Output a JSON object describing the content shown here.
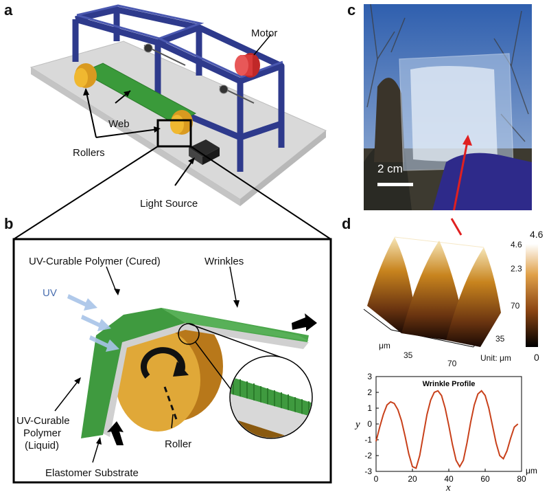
{
  "panels": {
    "a": "a",
    "b": "b",
    "c": "c",
    "d": "d"
  },
  "panel_a": {
    "motor": "Motor",
    "web": "Web",
    "rollers": "Rollers",
    "light_source": "Light Source"
  },
  "panel_b": {
    "cured_polymer": "UV-Curable Polymer  (Cured)",
    "wrinkles": "Wrinkles",
    "uv": "UV",
    "liquid_polymer_line1": "UV-Curable",
    "liquid_polymer_line2": "Polymer",
    "liquid_polymer_line3": "(Liquid)",
    "roller": "Roller",
    "substrate": "Elastomer Substrate"
  },
  "panel_c": {
    "scale_bar": "2 cm"
  },
  "panel_d_3d": {
    "colorbar_max": "4.6",
    "colorbar_min": "0",
    "z_ticks": [
      "4.6",
      "2.3"
    ],
    "y_ticks": [
      "70",
      "35"
    ],
    "x_ticks": [
      "35",
      "70"
    ],
    "x_unit": "μm",
    "unit_label": "Unit: μm"
  },
  "chart_data": {
    "type": "line",
    "title": "Wrinkle Profile",
    "xlabel": "x",
    "ylabel": "y",
    "x_unit": "μm",
    "xlim": [
      0,
      80
    ],
    "ylim": [
      -3,
      3
    ],
    "x_ticks": [
      "0",
      "20",
      "40",
      "60",
      "80"
    ],
    "y_ticks": [
      "3",
      "2",
      "1",
      "0",
      "-1",
      "-2",
      "-3"
    ],
    "line_color": "#c8401a",
    "series": [
      {
        "x": [
          0,
          2,
          4,
          6,
          8,
          10,
          12,
          14,
          16,
          18,
          20,
          22,
          24,
          26,
          28,
          30,
          32,
          34,
          36,
          38,
          40,
          42,
          44,
          46,
          48,
          50,
          52,
          54,
          56,
          58,
          60,
          62,
          64,
          66,
          68,
          70,
          72,
          74,
          76,
          78
        ],
        "y": [
          -1.1,
          -0.2,
          0.6,
          1.2,
          1.4,
          1.3,
          0.9,
          0.2,
          -0.8,
          -1.9,
          -2.7,
          -2.8,
          -2.0,
          -0.7,
          0.6,
          1.5,
          2.0,
          2.1,
          1.8,
          1.0,
          -0.1,
          -1.3,
          -2.3,
          -2.7,
          -2.3,
          -1.2,
          0.1,
          1.2,
          1.9,
          2.1,
          1.8,
          1.0,
          -0.1,
          -1.2,
          -2.0,
          -2.2,
          -1.7,
          -0.9,
          -0.2,
          0.0
        ]
      }
    ]
  }
}
